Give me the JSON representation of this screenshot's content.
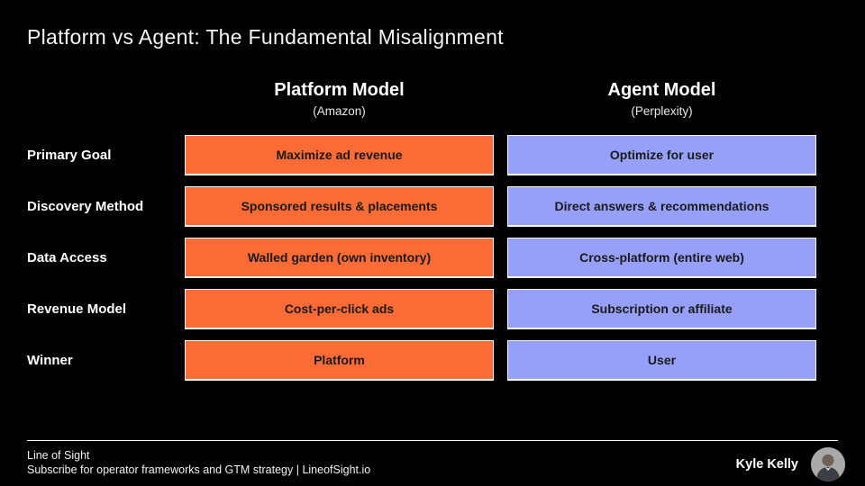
{
  "slide": {
    "title": "Platform vs Agent: The Fundamental Misalignment"
  },
  "columns": {
    "platform": {
      "title": "Platform Model",
      "subtitle": "(Amazon)",
      "color": "#FA6B35"
    },
    "agent": {
      "title": "Agent Model",
      "subtitle": "(Perplexity)",
      "color": "#96A0F8"
    }
  },
  "rows": [
    {
      "label": "Primary Goal",
      "platform": "Maximize ad revenue",
      "agent": "Optimize for user"
    },
    {
      "label": "Discovery Method",
      "platform": "Sponsored results & placements",
      "agent": "Direct answers & recommendations"
    },
    {
      "label": "Data Access",
      "platform": "Walled garden (own inventory)",
      "agent": "Cross-platform (entire web)"
    },
    {
      "label": "Revenue Model",
      "platform": "Cost-per-click ads",
      "agent": "Subscription or affiliate"
    },
    {
      "label": "Winner",
      "platform": "Platform",
      "agent": "User"
    }
  ],
  "footer": {
    "brand": "Line of Sight",
    "tagline": "Subscribe for operator frameworks and GTM strategy | LineofSight.io",
    "author": "Kyle Kelly",
    "avatar_icon": "person-avatar"
  },
  "colors": {
    "background": "#000000",
    "platform_cell": "#FA6B35",
    "agent_cell": "#96A0F8",
    "cell_text": "#1A1A1A",
    "text": "#FFFFFF"
  }
}
